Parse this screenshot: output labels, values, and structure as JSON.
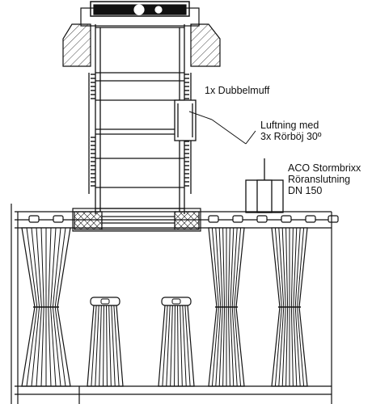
{
  "colors": {
    "line": "#111111",
    "hatch": "#111111",
    "background": "#ffffff"
  },
  "labels": {
    "coupler": "1x Dubbelmuff",
    "vent": [
      "Luftning med",
      "3x Rörböj 30º"
    ],
    "pipe": [
      "ACO Stormbrixx",
      "Röranslutning",
      "DN 150"
    ]
  }
}
